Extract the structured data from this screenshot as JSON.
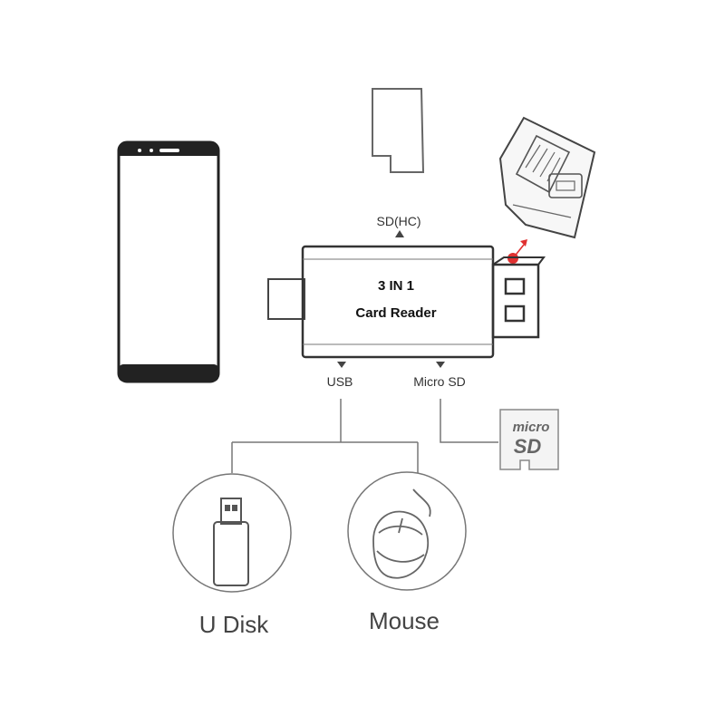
{
  "labels": {
    "sd_hc": "SD(HC)",
    "usb": "USB",
    "micro_sd": "Micro SD",
    "reader_line1": "3 IN 1",
    "reader_line2": "Card Reader",
    "u_disk": "U Disk",
    "mouse": "Mouse"
  },
  "microsd_logo": {
    "top": "micro",
    "bottom": "SD"
  },
  "colors": {
    "line": "#555555",
    "dark": "#222222",
    "accent": "#e03030"
  }
}
